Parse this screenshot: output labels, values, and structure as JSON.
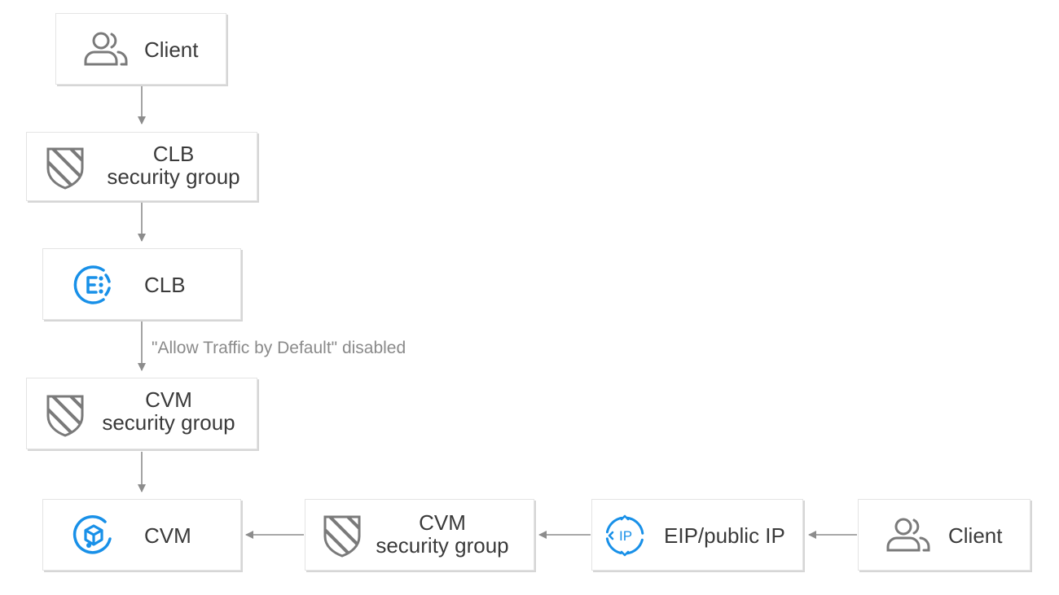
{
  "nodes": {
    "client_top": {
      "label": "Client",
      "icon": "users-icon"
    },
    "clb_sg": {
      "label_line1": "CLB",
      "label_line2": "security group",
      "icon": "shield-icon"
    },
    "clb": {
      "label": "CLB",
      "icon": "clb-icon"
    },
    "cvm_sg_left": {
      "label_line1": "CVM",
      "label_line2": "security group",
      "icon": "shield-icon"
    },
    "cvm": {
      "label": "CVM",
      "icon": "cvm-icon"
    },
    "cvm_sg_bottom": {
      "label_line1": "CVM",
      "label_line2": "security group",
      "icon": "shield-icon"
    },
    "eip": {
      "label": "EIP/public IP",
      "icon": "ip-icon"
    },
    "client_right": {
      "label": "Client",
      "icon": "users-icon"
    }
  },
  "edge_labels": {
    "clb_to_cvm_sg": "\"Allow Traffic by Default\" disabled"
  },
  "colors": {
    "accent_blue": "#1890e8",
    "icon_gray": "#7a7a7a",
    "arrow_gray": "#8c8c8c",
    "text": "#3a3a3a"
  }
}
